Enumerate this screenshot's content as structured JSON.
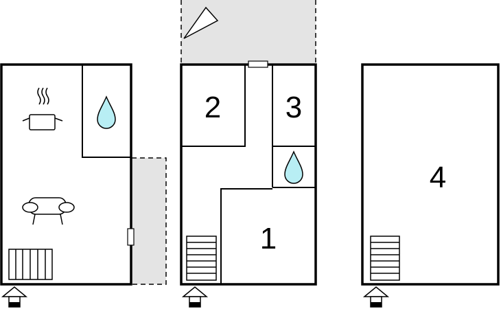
{
  "floors": [
    {
      "name": "floor-1",
      "rooms": []
    },
    {
      "name": "floor-2",
      "rooms": [
        {
          "id": "room-2",
          "label": "2"
        },
        {
          "id": "room-3",
          "label": "3"
        },
        {
          "id": "room-1",
          "label": "1"
        }
      ]
    },
    {
      "name": "floor-3",
      "rooms": [
        {
          "id": "room-4",
          "label": "4"
        }
      ]
    }
  ],
  "icons": {
    "kitchen": "cooking-pot-icon",
    "bathroom": "water-drop-icon",
    "living": "sofa-icon",
    "heater": "radiator-icon",
    "stairs": "stairs-icon",
    "entrance": "entrance-arrow-icon",
    "north": "compass-north-icon"
  },
  "colors": {
    "wall": "#000000",
    "outdoor_area": "#e4e4e4",
    "water": "#b8eef4"
  }
}
